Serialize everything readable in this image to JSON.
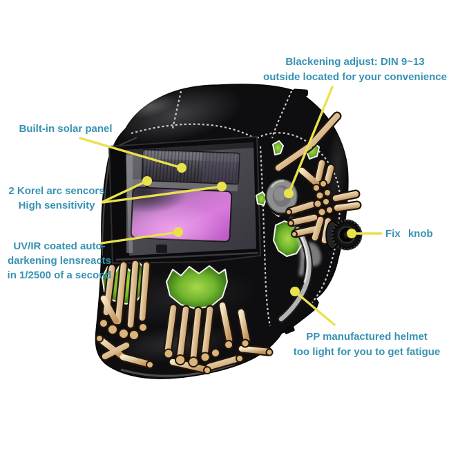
{
  "figure": {
    "type": "annotated-product-photo",
    "subject": "Solar auto-darkening welding helmet with skeleton-hand airbrush artwork",
    "background": "#ffffff"
  },
  "theme": {
    "label_color": "#3792b4",
    "pointer_color": "#e9e24c",
    "helmet_black": "#0e0e10",
    "lens_pink": "#d678d8",
    "solar_grey": "#55545c",
    "bone_tan": "#d9b47c",
    "green_paint": "#6fb52e",
    "knob_grey": "#8f8f8f"
  },
  "annotations": {
    "blackening": "Blackening adjust: DIN 9~13\noutside located for your convenience",
    "solar": "Built-in solar panel",
    "sensors": "2 Korel arc sencors\nHigh sensitivity",
    "lens": "UV/IR coated auto-\ndarkening lensreacts\nin 1/2500 of a second",
    "fix_knob": "Fix knob",
    "shell": "PP manufactured helmet\ntoo light for you to get fatigue"
  }
}
